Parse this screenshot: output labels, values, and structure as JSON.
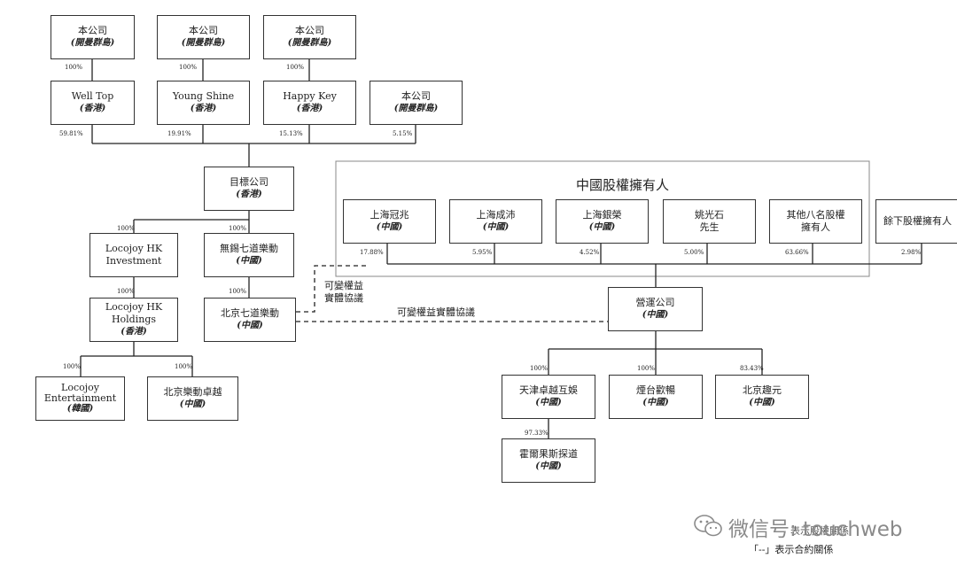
{
  "entities": {
    "parent1": {
      "name": "本公司",
      "region": "(開曼群島)"
    },
    "parent2": {
      "name": "本公司",
      "region": "(開曼群島)"
    },
    "parent3": {
      "name": "本公司",
      "region": "(開曼群島)"
    },
    "welltop": {
      "name": "Well Top",
      "region": "(香港)"
    },
    "youngshine": {
      "name": "Young Shine",
      "region": "(香港)"
    },
    "happykey": {
      "name": "Happy Key",
      "region": "(香港)"
    },
    "parent4": {
      "name": "本公司",
      "region": "(開曼群島)"
    },
    "target": {
      "name": "目標公司",
      "region": "(香港)"
    },
    "hkinv": {
      "name": "Locojoy HK Investment",
      "region": ""
    },
    "wuxi": {
      "name": "無錫七道樂動",
      "region": "(中國)"
    },
    "hkhold": {
      "name": "Locojoy HK Holdings",
      "region": "(香港)"
    },
    "beijing7": {
      "name": "北京七道樂動",
      "region": "(中國)"
    },
    "korea": {
      "name": "Locojoy Entertainment",
      "region": "(韓國)"
    },
    "zhuoyue": {
      "name": "北京樂動卓越",
      "region": "(中國)"
    },
    "guanzhao": {
      "name": "上海冠兆",
      "region": "(中國)"
    },
    "chengpei": {
      "name": "上海成沛",
      "region": "(中國)"
    },
    "yinrong": {
      "name": "上海銀榮",
      "region": "(中國)"
    },
    "yao": {
      "name": "姚光石 先生",
      "region": ""
    },
    "others8": {
      "name": "其他八名股權 擁有人",
      "region": ""
    },
    "remaining": {
      "name": "餘下股權擁有人",
      "region": ""
    },
    "opco": {
      "name": "營運公司",
      "region": "(中國)"
    },
    "tianjin": {
      "name": "天津卓越互娛",
      "region": "(中國)"
    },
    "yantai": {
      "name": "煙台歡暢",
      "region": "(中國)"
    },
    "quyuan": {
      "name": "北京趣元",
      "region": "(中國)"
    },
    "huoer": {
      "name": "霍爾果斯探道",
      "region": "(中國)"
    }
  },
  "percentages": {
    "p1": "100%",
    "p2": "100%",
    "p3": "100%",
    "wt": "59.81%",
    "ys": "19.91%",
    "hk": "15.13%",
    "p4": "5.15%",
    "t_inv": "100%",
    "t_wuxi": "100%",
    "inv_hold": "100%",
    "wuxi_bj": "100%",
    "hold_kr": "100%",
    "hold_zy": "100%",
    "gz": "17.88%",
    "cp": "5.95%",
    "yr": "4.52%",
    "yao": "5.00%",
    "oth": "63.66%",
    "rem": "2.98%",
    "op_tj": "100%",
    "op_yt": "100%",
    "op_qy": "83.43%",
    "tj_he": "97.33%"
  },
  "group_title": "中國股權擁有人",
  "vie_labels": {
    "upper": "可變權益 實體協議",
    "lower": "可變權益實體協議"
  },
  "legend": {
    "solid": "表示股權關係",
    "dashed": "「--」表示合約關係"
  },
  "watermark": "微信号: touchweb"
}
